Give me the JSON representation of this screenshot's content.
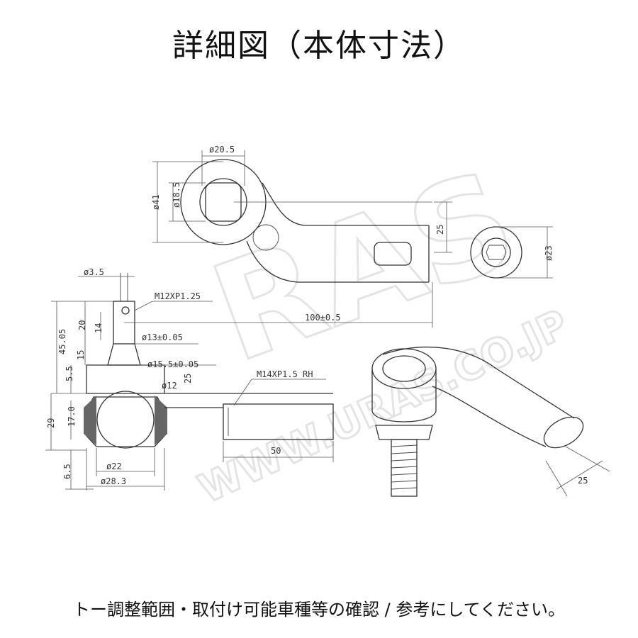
{
  "title": "詳細図（本体寸法）",
  "footer": "トー調整範囲・取付け可能車種等の確認 / 参考にしてください。",
  "watermark": {
    "logo": "RAS",
    "url": "WWW.URAS.CO.JP"
  },
  "dimensions": {
    "top_outer_dia": "ø20.5",
    "top_ring_dia": "ø18.5",
    "top_eye_dia": "ø41",
    "arm_height": "25",
    "end_dia": "ø23",
    "length": "100±0.5",
    "pin_hole_dia": "ø3.5",
    "thread_small": "M12XP1.25",
    "taper_dia": "ø13±0.05",
    "taper_dia_2": "ø15.5±0.05",
    "ball_dia": "ø12",
    "dim_25_vert": "25",
    "thread_large": "M14XP1.5  RH",
    "total_height": "45.05",
    "h_20": "20",
    "h_14": "14",
    "h_15": "15",
    "h_5_5": "5.5",
    "h_29": "29",
    "h_17": "17.0",
    "h_6_5": "6.5",
    "bottom_dia_1": "ø22",
    "bottom_dia_2": "ø28.3",
    "shank_length": "50",
    "iso_dim": "25"
  },
  "colors": {
    "line": "#333333",
    "boot": "#555555",
    "watermark": "#cfcfcf"
  }
}
